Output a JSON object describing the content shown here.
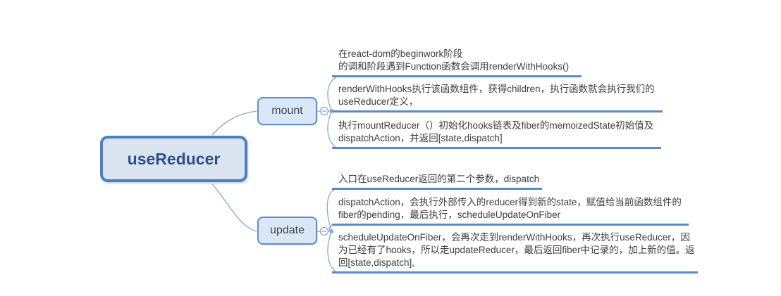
{
  "root": {
    "label": "useReducer"
  },
  "branches": [
    {
      "label": "mount",
      "topics": [
        {
          "text": "在react-dom的beginwork阶段\n的调和阶段遇到Function函数会调用renderWithHooks()"
        },
        {
          "text": "renderWithHooks执行该函数组件，获得children，执行函数就会执行我们的\nuseReducer定义，"
        },
        {
          "text": "执行mountReducer（）初始化hooks链表及fiber的memoizedState初始值及\ndispatchAction，并返回[state,dispatch]"
        }
      ]
    },
    {
      "label": "update",
      "topics": [
        {
          "text": "入口在useReducer返回的第二个参数，dispatch"
        },
        {
          "text": "dispatchAction，会执行外部传入的reducer得到新的state，赋值给当前函数组件的\nfiber的pending，最后执行，scheduleUpdateOnFiber"
        },
        {
          "text": "scheduleUpdateOnFiber，会再次走到renderWithHooks，再次执行useReducer，因\n为已经有了hooks，所以走updateReducer，最后返回fiber中记录的，加上新的值。返\n回[state,dispatch],"
        }
      ]
    }
  ],
  "icons": {
    "collapse_mount": "minus-in-circle",
    "collapse_update": "minus-in-circle"
  },
  "colors": {
    "branch-line": "#85a9d6",
    "underline": "#5a8bc6",
    "node-border": "#5e8fce",
    "node-fill": "#dbe7f6",
    "root-border": "#4c80c1",
    "root-fill": "#dae4f1",
    "root-text": "#2d5186",
    "topic-text": "#3d3d3d",
    "node-text": "#3f4750"
  }
}
